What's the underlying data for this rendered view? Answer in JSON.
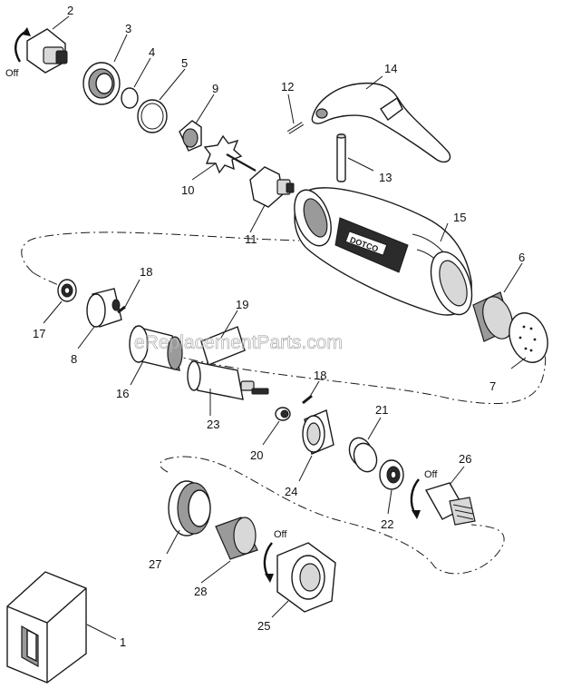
{
  "watermark": "eReplacementParts.com",
  "direction_labels": [
    "Off",
    "Off",
    "Off"
  ],
  "callouts": [
    "1",
    "2",
    "3",
    "4",
    "5",
    "6",
    "7",
    "8",
    "9",
    "10",
    "11",
    "12",
    "13",
    "14",
    "15",
    "16",
    "17",
    "18",
    "18",
    "19",
    "20",
    "21",
    "22",
    "23",
    "24",
    "25",
    "26",
    "27",
    "28"
  ],
  "housing_brand": "DOTCO"
}
